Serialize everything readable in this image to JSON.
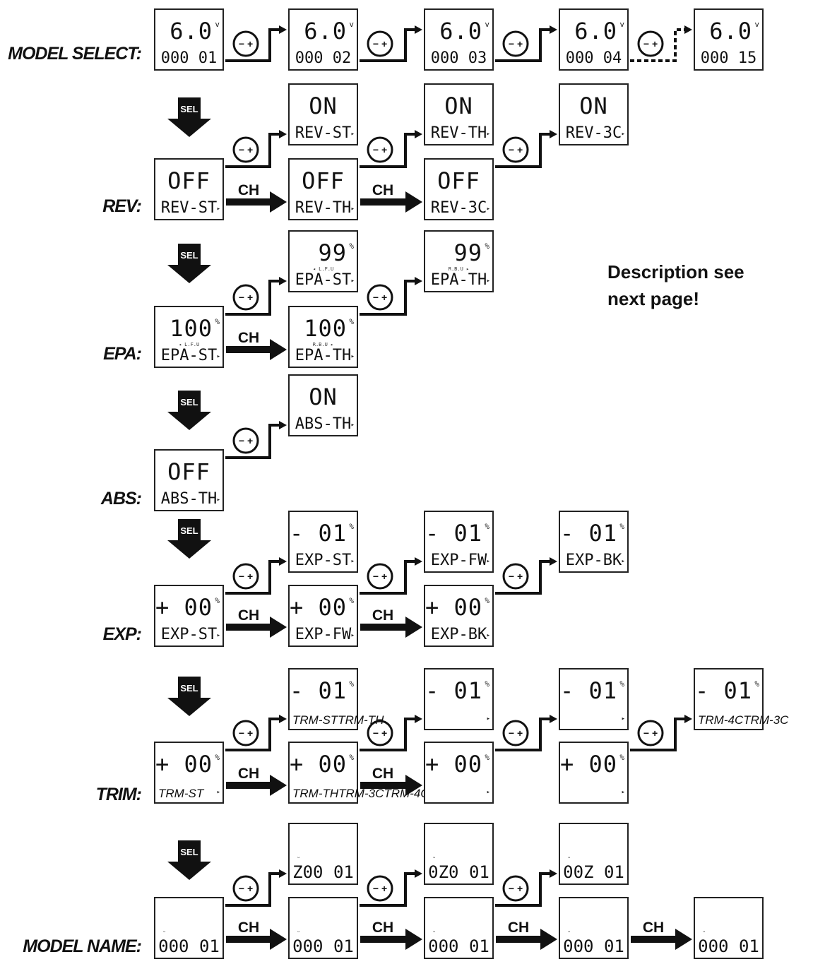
{
  "note": {
    "line1": "Description see",
    "line2": "next page!"
  },
  "labels": {
    "model_select": "MODEL SELECT:",
    "rev": "REV:",
    "epa": "EPA:",
    "abs": "ABS:",
    "exp": "EXP:",
    "trim": "TRIM:",
    "model_name": "MODEL NAME:"
  },
  "icons": {
    "sel": "SEL",
    "ch": "CH",
    "minus_plus": "−  +"
  },
  "colors": {
    "ink": "#111111",
    "paper": "#ffffff"
  },
  "screens": {
    "model_select": [
      {
        "top": "6.0",
        "unit": "v",
        "bottom": "000 01"
      },
      {
        "top": "6.0",
        "unit": "v",
        "bottom": "000 02"
      },
      {
        "top": "6.0",
        "unit": "v",
        "bottom": "000 03"
      },
      {
        "top": "6.0",
        "unit": "v",
        "bottom": "000 04"
      },
      {
        "top": "6.0",
        "unit": "v",
        "bottom": "000 15"
      }
    ],
    "rev_off": [
      {
        "top": "OFF",
        "bottom": "REV-ST",
        "pointer": "▸"
      },
      {
        "top": "OFF",
        "bottom": "REV-TH",
        "pointer": "▸"
      },
      {
        "top": "OFF",
        "bottom": "REV-3C",
        "pointer": "▸"
      }
    ],
    "rev_on": [
      {
        "top": "ON",
        "bottom": "REV-ST",
        "pointer": "▸"
      },
      {
        "top": "ON",
        "bottom": "REV-TH",
        "pointer": "▸"
      },
      {
        "top": "ON",
        "bottom": "REV-3C",
        "pointer": "▸"
      }
    ],
    "epa_100": [
      {
        "top": "100",
        "unit": "%",
        "sub": "◂ L.F.U",
        "bottom": "EPA-ST",
        "pointer": "▸"
      },
      {
        "top": "100",
        "unit": "%",
        "sub": "R.B.U ▸",
        "bottom": "EPA-TH",
        "pointer": "▸"
      }
    ],
    "epa_99": [
      {
        "top": "99",
        "unit": "%",
        "sub": "◂ L.F.U",
        "bottom": "EPA-ST",
        "pointer": "▸"
      },
      {
        "top": "99",
        "unit": "%",
        "sub": "R.B.U ▸",
        "bottom": "EPA-TH",
        "pointer": "▸"
      }
    ],
    "abs_off": {
      "top": "OFF",
      "bottom": "ABS-TH",
      "pointer": "▸"
    },
    "abs_on": {
      "top": "ON",
      "bottom": "ABS-TH",
      "pointer": "▸"
    },
    "exp_00": [
      {
        "top": "+ 00",
        "unit": "%",
        "bottom": "EXP-ST",
        "pointer": "▸"
      },
      {
        "top": "+ 00",
        "unit": "%",
        "bottom": "EXP-FW",
        "pointer": "▸"
      },
      {
        "top": "+ 00",
        "unit": "%",
        "bottom": "EXP-BK",
        "pointer": "▸"
      }
    ],
    "exp_01": [
      {
        "top": "- 01",
        "unit": "%",
        "bottom": "EXP-ST",
        "pointer": "▸"
      },
      {
        "top": "- 01",
        "unit": "%",
        "bottom": "EXP-FW",
        "pointer": "▸"
      },
      {
        "top": "- 01",
        "unit": "%",
        "bottom": "EXP-BK",
        "pointer": "▸"
      }
    ],
    "trim_00": [
      {
        "top": "+ 00",
        "unit": "%",
        "bottom": "TRM-ST",
        "pointer": "▸"
      },
      {
        "top": "+ 00",
        "unit": "%",
        "bottom": "TRM-THTRM-3CTRM-4C",
        "pointer": ""
      },
      {
        "top": "+ 00",
        "unit": "%",
        "bottom": "",
        "pointer": "▸"
      },
      {
        "top": "+ 00",
        "unit": "%",
        "bottom": "",
        "pointer": "▸"
      }
    ],
    "trim_01": [
      {
        "top": "- 01",
        "unit": "%",
        "bottom": "TRM-STTRM-TH",
        "pointer": ""
      },
      {
        "top": "- 01",
        "unit": "%",
        "bottom": "",
        "pointer": "▸"
      },
      {
        "top": "- 01",
        "unit": "%",
        "bottom": "",
        "pointer": "▸"
      },
      {
        "top": "- 01",
        "unit": "%",
        "bottom": "TRM-4CTRM-3C",
        "pointer": ""
      }
    ],
    "name_base": [
      {
        "mark": "ᵕ",
        "bottom": "000 01"
      },
      {
        "mark": "ᵕ",
        "bottom": "000 01"
      },
      {
        "mark": "ᵕ",
        "bottom": "000 01"
      },
      {
        "mark": "ᵕ",
        "bottom": "000 01"
      },
      {
        "mark": "ᵕ",
        "bottom": "000 01"
      }
    ],
    "name_edit": [
      {
        "mark": "ᵕ",
        "bottom": "Z00 01"
      },
      {
        "mark": "ᵕ",
        "bottom": "0Z0 01"
      },
      {
        "mark": "ᵕ",
        "bottom": "00Z 01"
      }
    ]
  }
}
